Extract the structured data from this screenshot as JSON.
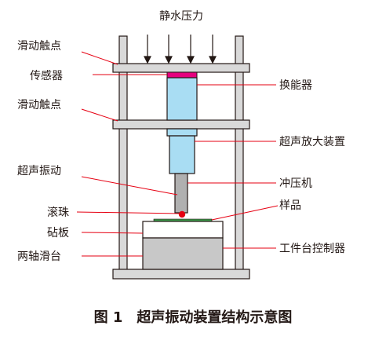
{
  "title": "静水压力",
  "labels": {
    "slide_contact_top": "滑动触点",
    "sensor": "传感器",
    "slide_contact_mid": "滑动触点",
    "ultrasonic_vibration": "超声振动",
    "ball": "滚珠",
    "anvil": "砧板",
    "two_axis_stage": "两轴滑台",
    "transducer": "换能器",
    "amplifier": "超声放大装置",
    "punch": "冲压机",
    "sample": "样品",
    "stage_controller": "工件台控制器"
  },
  "caption": "图 1　超声振动装置结构示意图",
  "colors": {
    "frame": "#d9d9d9",
    "transducer": "#a9ddf3",
    "sensor": "#e6007e",
    "punch": "#b0b0b0",
    "sample": "#3c9a4a",
    "ball": "#e50012",
    "stage": "#c8c8c8",
    "leader": "#e60012",
    "outline": "#231815"
  }
}
